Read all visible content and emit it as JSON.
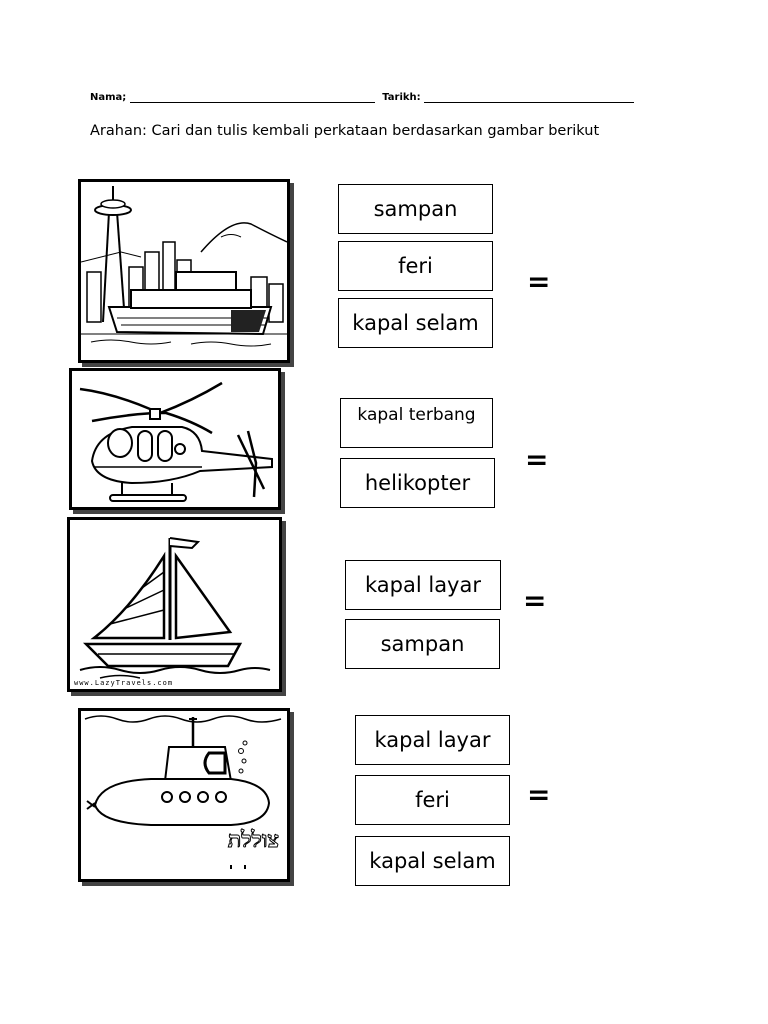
{
  "header": {
    "name_label": "Nama;",
    "date_label": "Tarikh:",
    "instruction": "Arahan: Cari dan tulis kembali perkataan berdasarkan gambar berikut"
  },
  "questions": [
    {
      "picture": "ferry-with-city-skyline",
      "options": [
        "sampan",
        "feri",
        "kapal selam"
      ],
      "equals": "="
    },
    {
      "picture": "helicopter",
      "options": [
        "kapal terbang",
        "helikopter"
      ],
      "equals": "="
    },
    {
      "picture": "sailboat",
      "options": [
        "kapal layar",
        "sampan"
      ],
      "equals": "=",
      "caption": "www.LazyTravels.com"
    },
    {
      "picture": "submarine",
      "options": [
        "kapal layar",
        "feri",
        "kapal selam"
      ],
      "equals": "=",
      "caption": "צוללת"
    }
  ]
}
